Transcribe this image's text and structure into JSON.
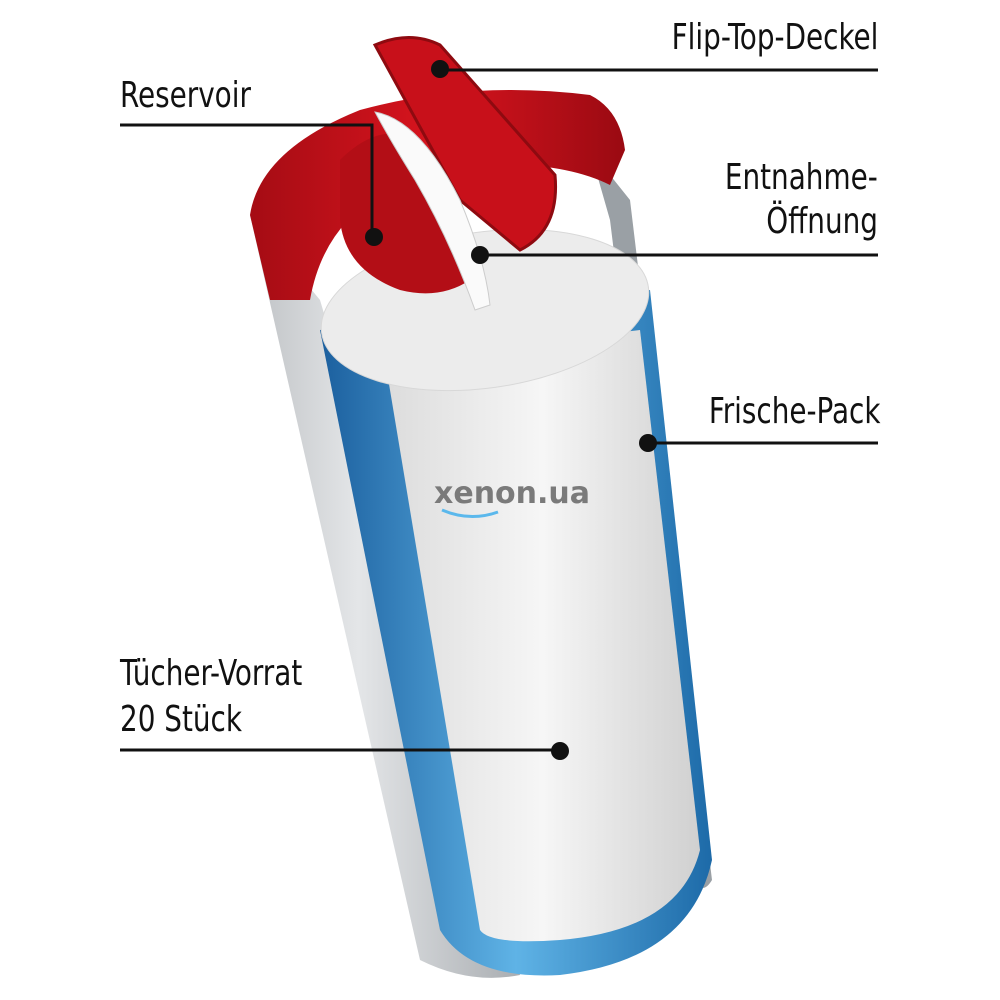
{
  "labels": {
    "flip_top": "Flip-Top-Deckel",
    "reservoir": "Reservoir",
    "opening_line1": "Entnahme-",
    "opening_line2": "Öffnung",
    "fresh_pack": "Frische-Pack",
    "supply_line1": "Tücher-Vorrat",
    "supply_line2": "20 Stück"
  },
  "watermark": "xenon.ua",
  "colors": {
    "lid": "#c8101a",
    "pack": "#1f6fb0",
    "shell": "#d6d8da",
    "wipes": "#f2f2f2",
    "lines": "#111111"
  }
}
